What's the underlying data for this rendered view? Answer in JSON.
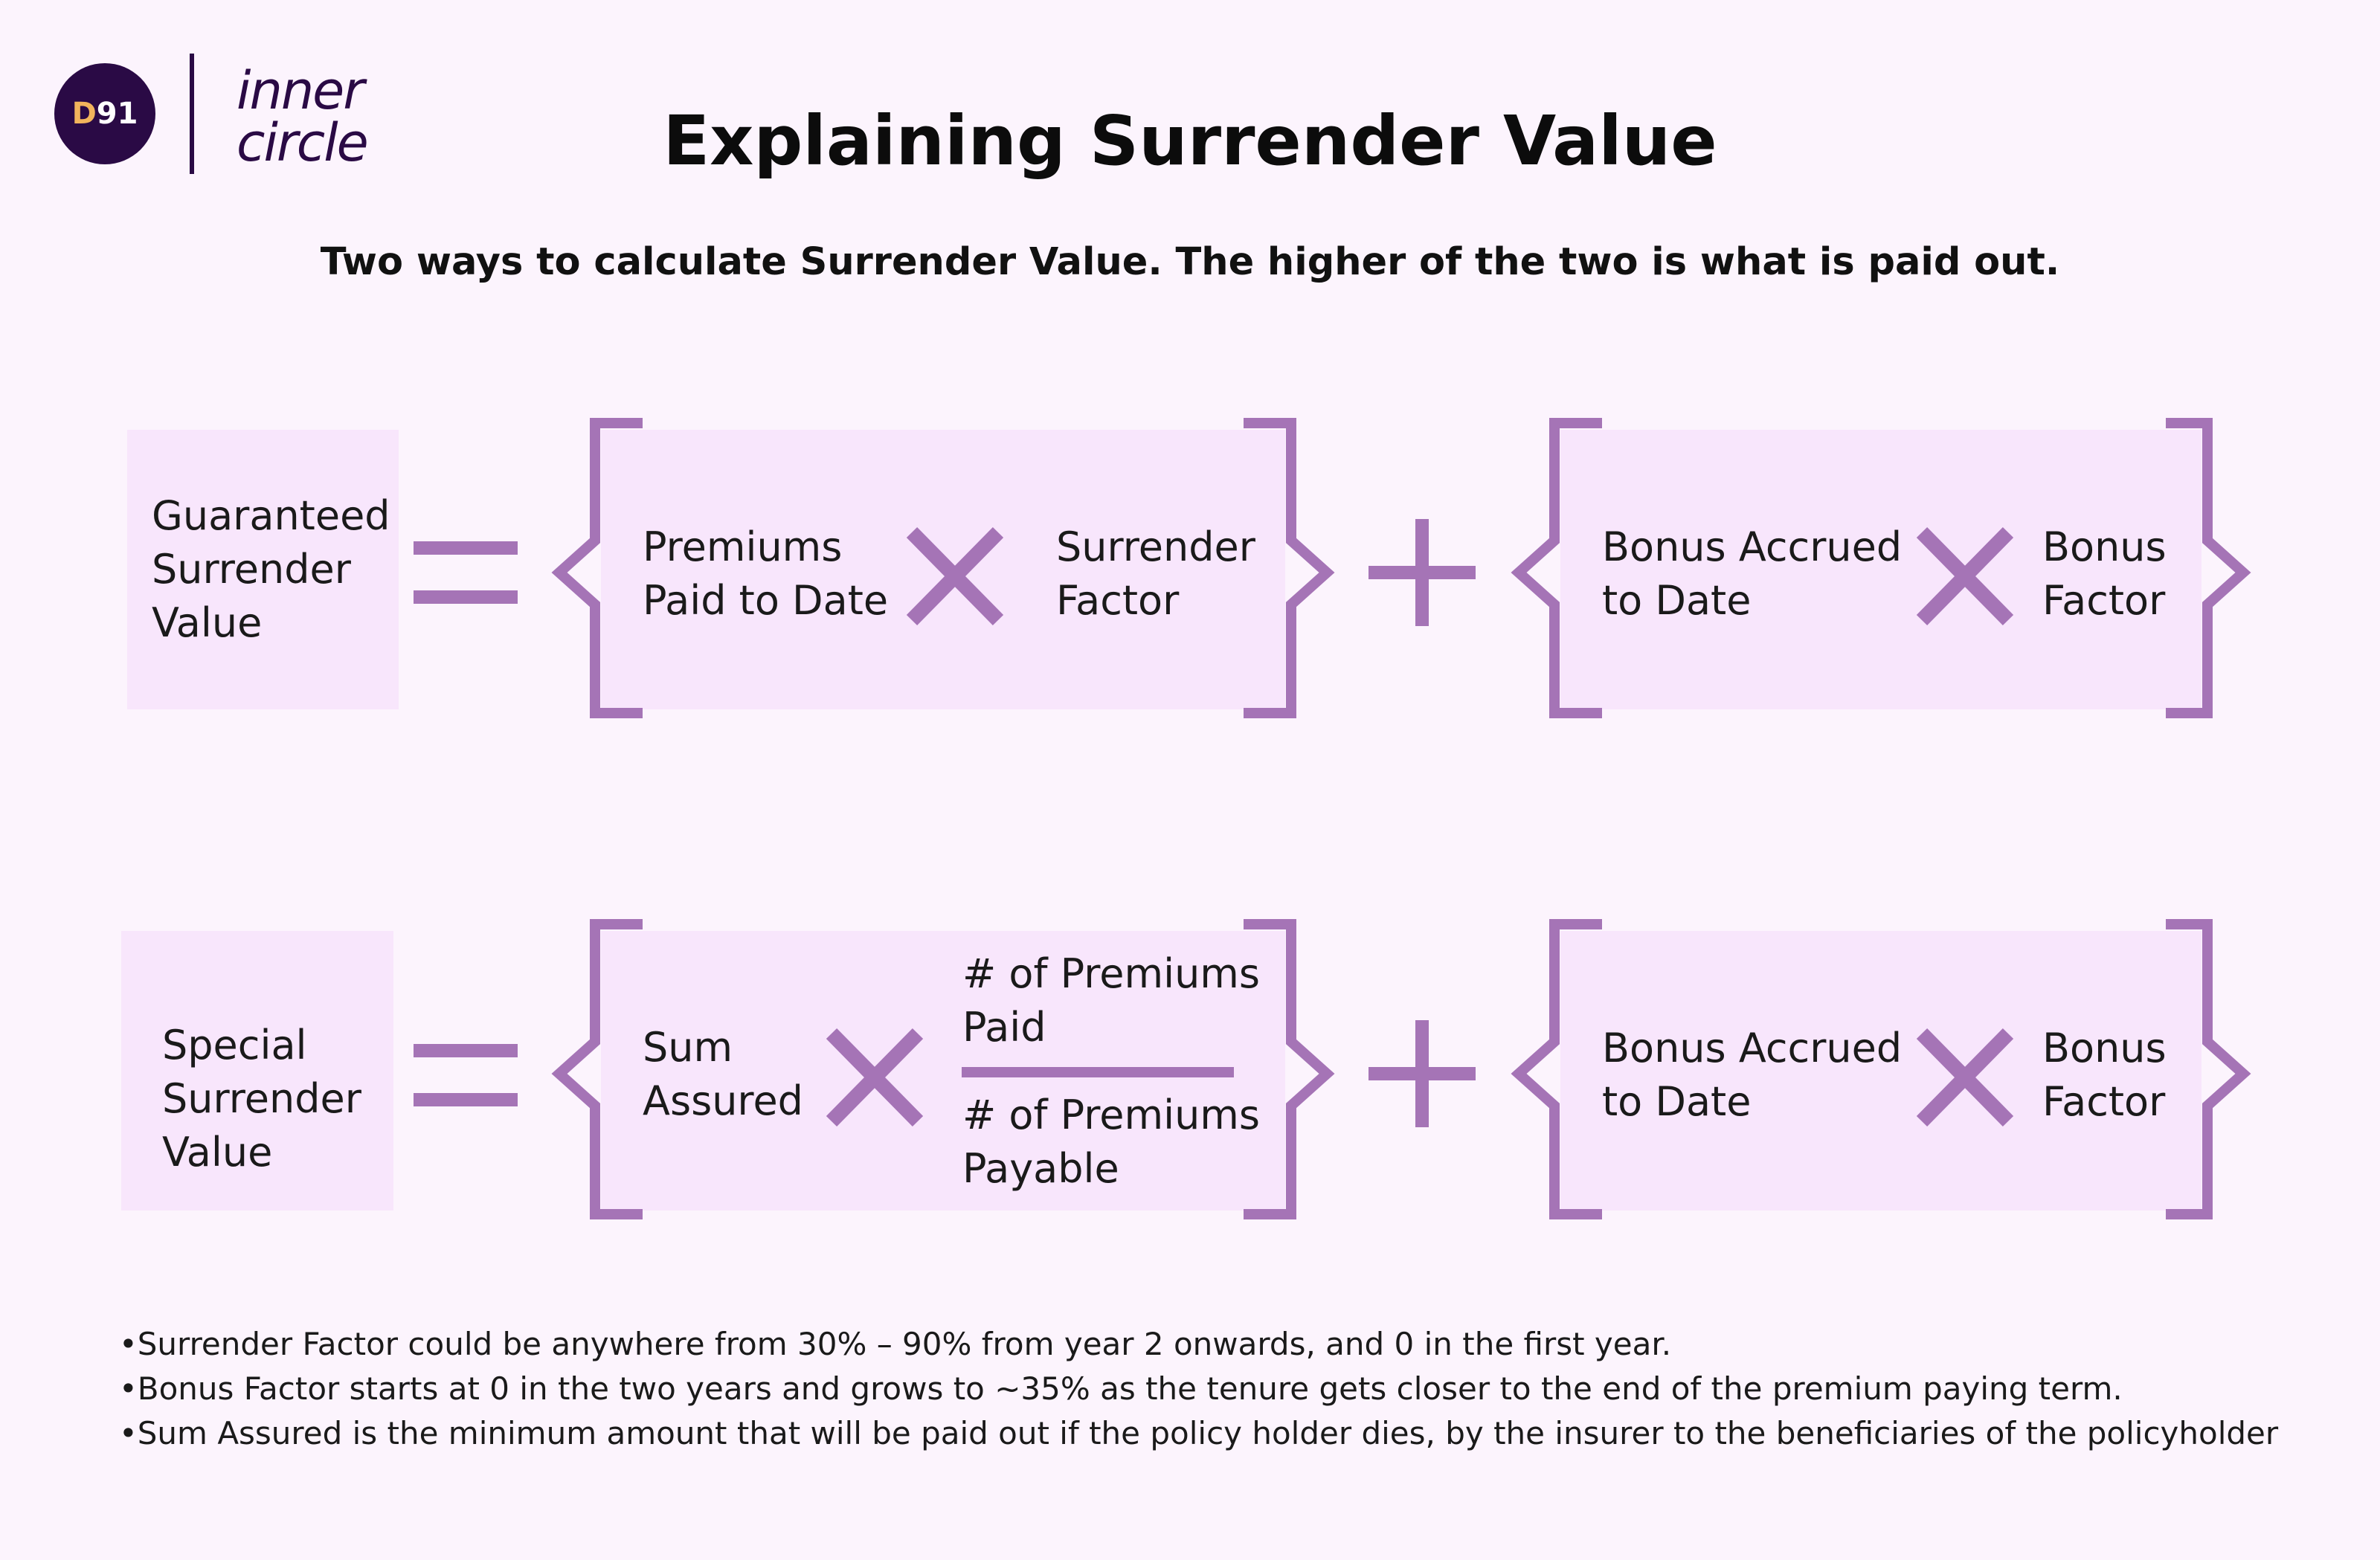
{
  "logo": {
    "badge_letter": "D",
    "badge_number": "91",
    "word_line1": "inner",
    "word_line2": "circle"
  },
  "title": "Explaining Surrender Value",
  "subtitle": "Two ways to calculate Surrender Value. The higher of the two is what is paid out.",
  "formula1": {
    "result_line1": "Guaranteed",
    "result_line2": "Surrender",
    "result_line3": "Value",
    "term1_a_line1": "Premiums",
    "term1_a_line2": "Paid to Date",
    "term1_b_line1": "Surrender",
    "term1_b_line2": "Factor",
    "term2_a_line1": "Bonus Accrued",
    "term2_a_line2": "to Date",
    "term2_b_line1": "Bonus",
    "term2_b_line2": "Factor"
  },
  "formula2": {
    "result_line1": "Special",
    "result_line2": "Surrender",
    "result_line3": "Value",
    "term1_a_line1": "Sum",
    "term1_a_line2": "Assured",
    "numerator_line1": "# of Premiums",
    "numerator_line2": "Paid",
    "denominator_line1": "# of Premiums",
    "denominator_line2": "Payable",
    "term2_a_line1": "Bonus Accrued",
    "term2_a_line2": "to Date",
    "term2_b_line1": "Bonus",
    "term2_b_line2": "Factor"
  },
  "notes": [
    "•Surrender Factor could be anywhere from 30% – 90% from year 2 onwards, and 0 in the first year.",
    "•Bonus Factor starts at 0 in the two years and grows to ~35% as the tenure gets closer to the end of the premium paying term.",
    "•Sum Assured is the minimum amount that will be paid out if the policy holder dies, by the insurer to the beneficiaries of the policyholder"
  ],
  "colors": {
    "background": "#fcf4fd",
    "box_fill": "#f8e6fc",
    "accent_purple": "#a574b6",
    "logo_dark": "#2a0a45",
    "logo_gold": "#f2b45c"
  }
}
